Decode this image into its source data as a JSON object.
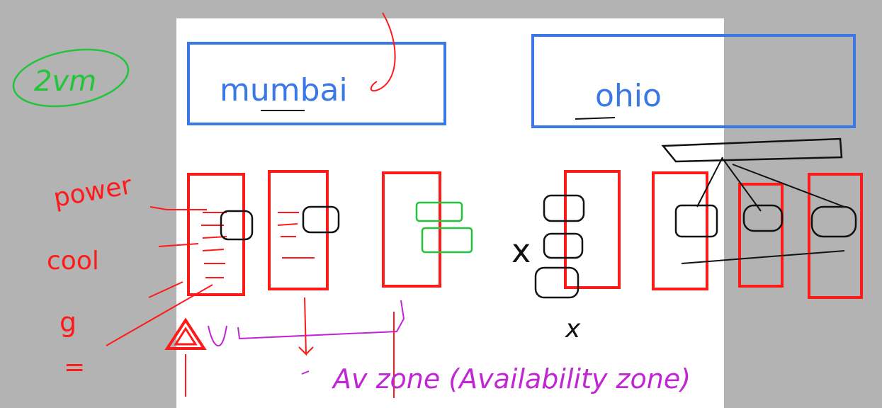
{
  "notes": {
    "vm_count": "2vm",
    "left_region": "mumbai",
    "right_region": "ohio",
    "power": "power",
    "cool": "cool",
    "g_label": "g",
    "equals": "=",
    "x_mark": "x",
    "x_below": "x",
    "az_label": "Av zone (Availability zone)"
  },
  "colors": {
    "background": "#b3b3b3",
    "whiteboard": "#ffffff",
    "region_box": "#3b78e7",
    "datacenter": "#ff1a1a",
    "annotation_green": "#22c43a",
    "annotation_purple": "#c026d3",
    "ink_black": "#111111"
  }
}
